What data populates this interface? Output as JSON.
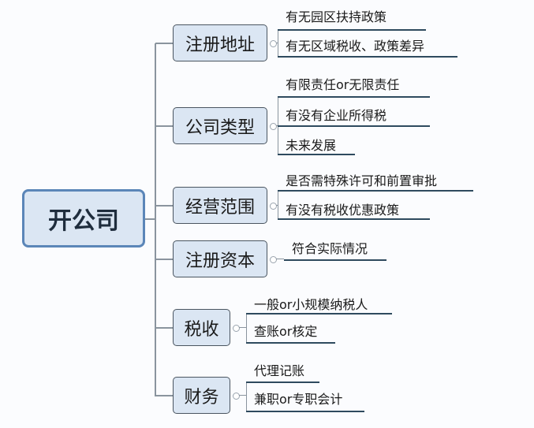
{
  "root": "开公司",
  "branches": [
    {
      "label": "注册地址",
      "leaves": [
        "有无园区扶持政策",
        "有无区域税收、政策差异"
      ]
    },
    {
      "label": "公司类型",
      "leaves": [
        "有限责任or无限责任",
        "有没有企业所得税",
        "未来发展"
      ]
    },
    {
      "label": "经营范围",
      "leaves": [
        "是否需特殊许可和前置审批",
        "有没有税收优惠政策"
      ]
    },
    {
      "label": "注册资本",
      "leaves": [
        "符合实际情况"
      ]
    },
    {
      "label": "税收",
      "leaves": [
        "一般or小规模纳税人",
        "查账or核定"
      ]
    },
    {
      "label": "财务",
      "leaves": [
        "代理记账",
        "兼职or专职会计"
      ]
    }
  ]
}
